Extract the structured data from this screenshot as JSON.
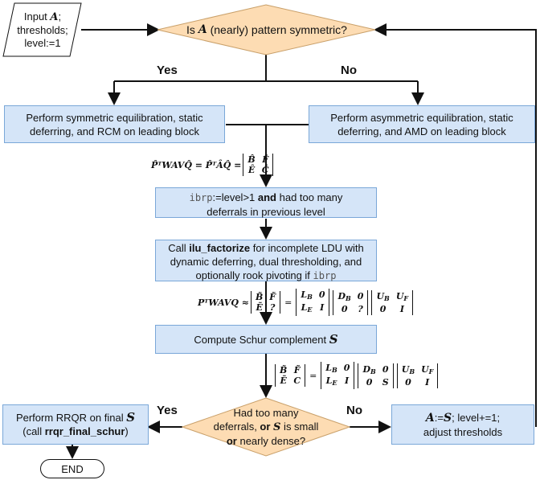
{
  "start": {
    "line1": "Input ",
    "var_A": "A",
    "line1_end": ";",
    "line2": "thresholds;",
    "line3": "level:=1"
  },
  "q1": {
    "pre": "Is ",
    "var_A": "A",
    "post": " (nearly) pattern symmetric?"
  },
  "branch1": {
    "yes": "Yes",
    "no": "No"
  },
  "sym_box": {
    "text": "Perform symmetric equilibration, static deferring, and RCM on leading block"
  },
  "asym_box": {
    "text": "Perform asymmetric equilibration, static deferring, and AMD on leading block"
  },
  "eq1": {
    "lhs": "P̂ᵀWAVQ̂ = P̂ᵀÂQ̂ =",
    "m": [
      "B̂",
      "F̂",
      "Ê",
      "Ĉ"
    ]
  },
  "ibrp_box": {
    "code": "ibrp",
    "mid": ":=level>1 ",
    "and": "and",
    "rest": " had too many deferrals in previous level"
  },
  "ilu_box": {
    "pre": "Call ",
    "fn": "ilu_factorize",
    "mid": " for incomplete LDU with dynamic deferring, dual thresholding, and optionally rook pivoting if ",
    "code": "ibrp"
  },
  "eq2": {
    "lhs": "PᵀWAVQ ≈",
    "m1": [
      "B̃",
      "F̃",
      "Ẽ",
      "?"
    ],
    "eq": "=",
    "m2": [
      "L",
      "0",
      "L",
      "I"
    ],
    "m2_sub": [
      "B",
      "",
      "E",
      ""
    ],
    "m3": [
      "D",
      "0",
      "0",
      "?"
    ],
    "m3_sub": [
      "B",
      "",
      "",
      ""
    ],
    "m4": [
      "U",
      "U",
      "0",
      "I"
    ],
    "m4_sub": [
      "B",
      "F",
      "",
      ""
    ]
  },
  "schur_box": {
    "text": "Compute Schur complement ",
    "var_S": "S"
  },
  "eq3": {
    "m1": [
      "B̃",
      "F̃",
      "Ẽ",
      "C"
    ],
    "eq": "=",
    "m2": [
      "L",
      "0",
      "L",
      "I"
    ],
    "m2_sub": [
      "B",
      "",
      "E",
      ""
    ],
    "m3": [
      "D",
      "0",
      "0",
      "S"
    ],
    "m3_sub": [
      "B",
      "",
      "",
      ""
    ],
    "m4": [
      "U",
      "U",
      "0",
      "I"
    ],
    "m4_sub": [
      "B",
      "F",
      "",
      ""
    ]
  },
  "q2": {
    "l1": "Had too many",
    "l2a": "deferrals, ",
    "or1": "or",
    "l2b": " ",
    "var_S": "S",
    "l2c": " is small",
    "or2": "or",
    "l3": " nearly dense?"
  },
  "branch2": {
    "yes": "Yes",
    "no": "No"
  },
  "rrqr_box": {
    "pre": "Perform RRQR on final ",
    "var_S": "S",
    "l2a": "(call ",
    "fn": "rrqr_final_schur",
    "l2b": ")"
  },
  "next_box": {
    "var_A": "A",
    "assign": ":=",
    "var_S": "S",
    "l1": "; level+=1;",
    "l2": "adjust thresholds"
  },
  "end": {
    "text": "END"
  }
}
